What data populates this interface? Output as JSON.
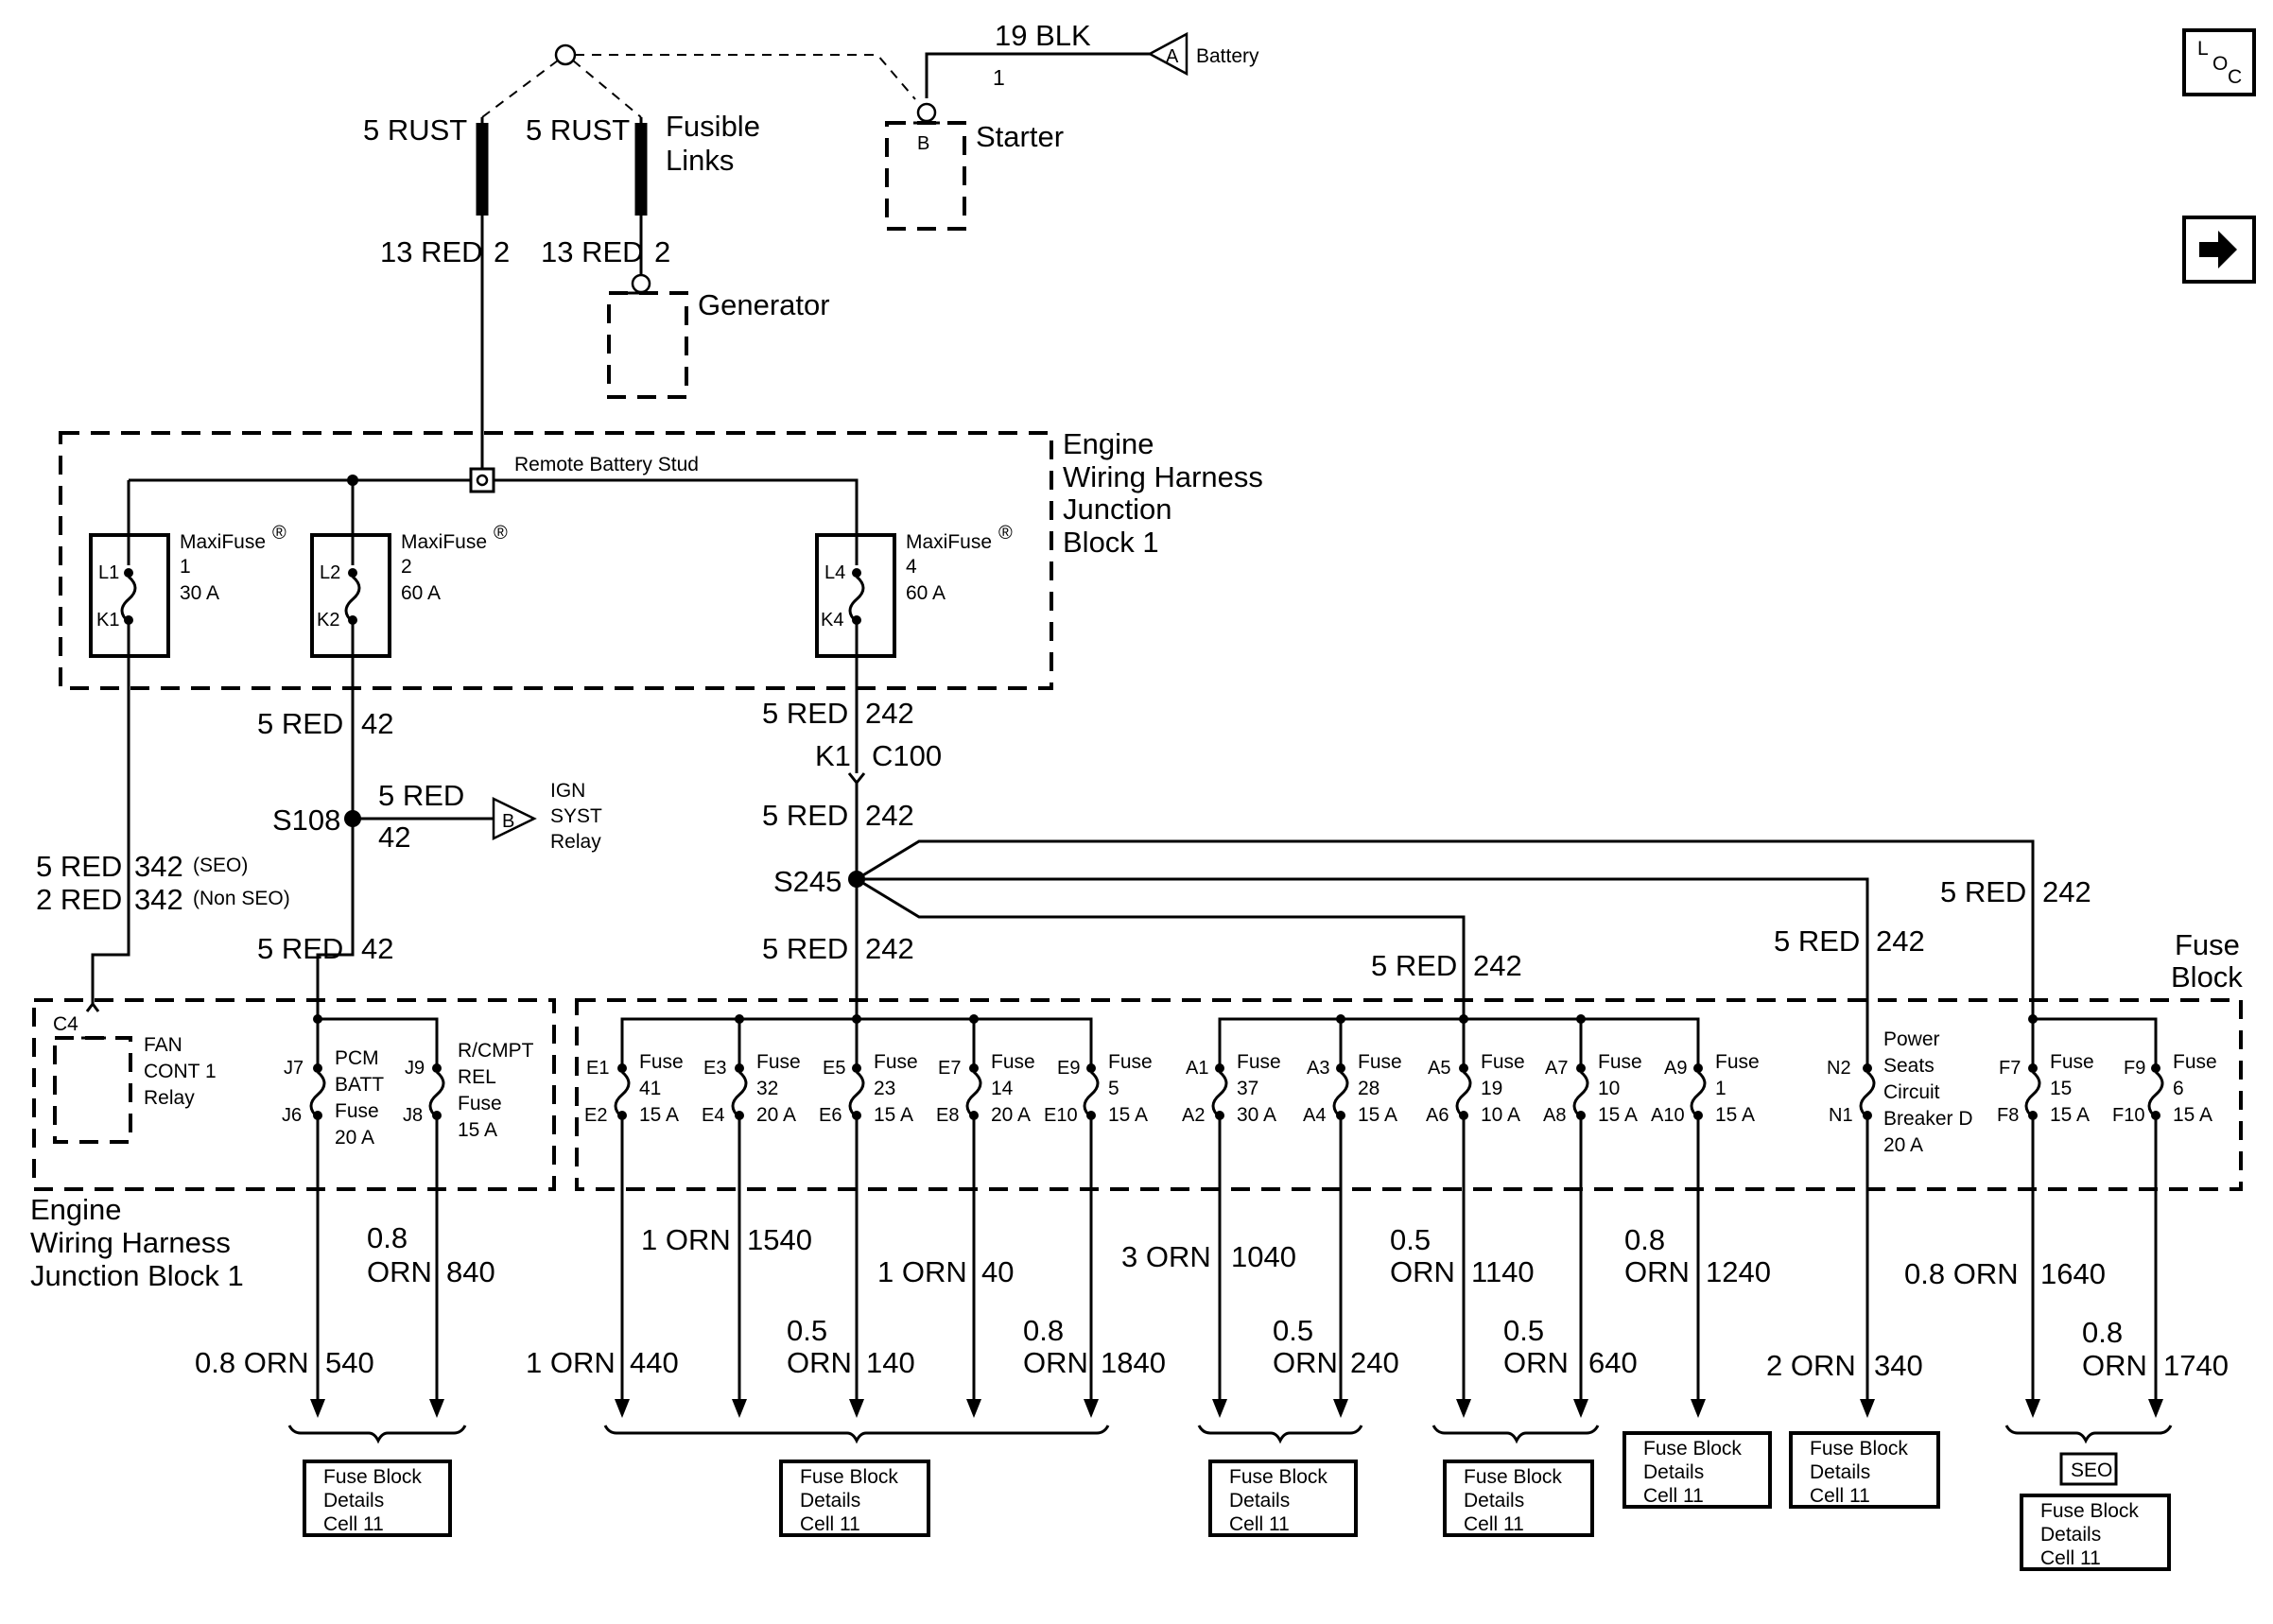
{
  "top": {
    "battery_wire": "19 BLK",
    "battery_wire_pin": "1",
    "battery_conn_letter": "A",
    "battery_label": "Battery",
    "starter_pin": "B",
    "starter_label": "Starter",
    "fusible_left_size": "5 RUST",
    "fusible_right_size": "5 RUST",
    "fusible_label_1": "Fusible",
    "fusible_label_2": "Links",
    "red_left": "13 RED",
    "red_left_pin": "2",
    "red_right": "13 RED",
    "red_right_pin": "2",
    "generator_label": "Generator"
  },
  "nav": {
    "loc_l": "L",
    "loc_o": "O",
    "loc_c": "C",
    "next_glyph": "➡"
  },
  "junction_block": {
    "title_lines": [
      "Engine",
      "Wiring Harness",
      "Junction",
      "Block 1"
    ],
    "remote_stud": "Remote Battery Stud",
    "maxifuses": [
      {
        "name": "MaxiFuse",
        "reg": "®",
        "num": "1",
        "amp": "30 A",
        "top": "L1",
        "bot": "K1"
      },
      {
        "name": "MaxiFuse",
        "reg": "®",
        "num": "2",
        "amp": "60 A",
        "top": "L2",
        "bot": "K2"
      },
      {
        "name": "MaxiFuse",
        "reg": "®",
        "num": "4",
        "amp": "60 A",
        "top": "L4",
        "bot": "K4"
      }
    ]
  },
  "mid": {
    "w42_top_size": "5 RED",
    "w42_top_circ": "42",
    "s108": "S108",
    "ign_size": "5 RED",
    "ign_circ": "42",
    "ign_conn_letter": "B",
    "ign_label": [
      "IGN",
      "SYST",
      "Relay"
    ],
    "w342_seo_size": "5 RED",
    "w342_seo_circ": "342",
    "w342_seo_tag": "(SEO)",
    "w342_non_size": "2 RED",
    "w342_non_circ": "342",
    "w342_non_tag": "(Non SEO)",
    "w42_bot_size": "5 RED",
    "w42_bot_circ": "42",
    "w242_a_size": "5 RED",
    "w242_a_circ": "242",
    "k1": "K1",
    "c100": "C100",
    "w242_b_size": "5 RED",
    "w242_b_circ": "242",
    "s245": "S245",
    "w242_c_size": "5 RED",
    "w242_c_circ": "242",
    "w242_d_size": "5 RED",
    "w242_d_circ": "242",
    "w242_e_size": "5 RED",
    "w242_e_circ": "242",
    "w242_f_size": "5 RED",
    "w242_f_circ": "242"
  },
  "fuse_block": {
    "title_lines": [
      "Fuse",
      "Block"
    ],
    "left_section_label": [
      "Engine",
      "Wiring Harness",
      "Junction Block 1"
    ],
    "c4": "C4",
    "fan_relay": [
      "FAN",
      "CONT 1",
      "Relay"
    ],
    "fuses": [
      {
        "top": "J7",
        "bot": "J6",
        "l1": "PCM",
        "l2": "BATT",
        "l3": "Fuse",
        "l4": "20 A"
      },
      {
        "top": "J9",
        "bot": "J8",
        "l1": "R/CMPT",
        "l2": "REL",
        "l3": "Fuse",
        "l4": "15 A"
      },
      {
        "top": "E1",
        "bot": "E2",
        "l1": "Fuse",
        "l2": "41",
        "l3": "15 A",
        "l4": ""
      },
      {
        "top": "E3",
        "bot": "E4",
        "l1": "Fuse",
        "l2": "32",
        "l3": "20 A",
        "l4": ""
      },
      {
        "top": "E5",
        "bot": "E6",
        "l1": "Fuse",
        "l2": "23",
        "l3": "15 A",
        "l4": ""
      },
      {
        "top": "E7",
        "bot": "E8",
        "l1": "Fuse",
        "l2": "14",
        "l3": "20 A",
        "l4": ""
      },
      {
        "top": "E9",
        "bot": "E10",
        "l1": "Fuse",
        "l2": "5",
        "l3": "15 A",
        "l4": ""
      },
      {
        "top": "A1",
        "bot": "A2",
        "l1": "Fuse",
        "l2": "37",
        "l3": "30 A",
        "l4": ""
      },
      {
        "top": "A3",
        "bot": "A4",
        "l1": "Fuse",
        "l2": "28",
        "l3": "15 A",
        "l4": ""
      },
      {
        "top": "A5",
        "bot": "A6",
        "l1": "Fuse",
        "l2": "19",
        "l3": "10 A",
        "l4": ""
      },
      {
        "top": "A7",
        "bot": "A8",
        "l1": "Fuse",
        "l2": "10",
        "l3": "15 A",
        "l4": ""
      },
      {
        "top": "A9",
        "bot": "A10",
        "l1": "Fuse",
        "l2": "1",
        "l3": "15 A",
        "l4": ""
      },
      {
        "top": "N2",
        "bot": "N1",
        "l1": "Power",
        "l2": "Seats",
        "l3": "Circuit",
        "l4": "Breaker D",
        "l5": "20 A"
      },
      {
        "top": "F7",
        "bot": "F8",
        "l1": "Fuse",
        "l2": "15",
        "l3": "15 A",
        "l4": ""
      },
      {
        "top": "F9",
        "bot": "F10",
        "l1": "Fuse",
        "l2": "6",
        "l3": "15 A",
        "l4": ""
      }
    ]
  },
  "outputs": {
    "w840_size_1": "0.8",
    "w840_size_2": "ORN",
    "w840_circ": "840",
    "w540_size": "0.8 ORN",
    "w540_circ": "540",
    "w1540_size": "1 ORN",
    "w1540_circ": "1540",
    "w440_size": "1 ORN",
    "w440_circ": "440",
    "w40_size": "1 ORN",
    "w40_circ": "40",
    "w140_size_1": "0.5",
    "w140_size_2": "ORN",
    "w140_circ": "140",
    "w1840_size_1": "0.8",
    "w1840_size_2": "ORN",
    "w1840_circ": "1840",
    "w1040_size": "3 ORN",
    "w1040_circ": "1040",
    "w240_size_1": "0.5",
    "w240_size_2": "ORN",
    "w240_circ": "240",
    "w1140_size_1": "0.5",
    "w1140_size_2": "ORN",
    "w1140_circ": "1140",
    "w640_size_1": "0.5",
    "w640_size_2": "ORN",
    "w640_circ": "640",
    "w1240_size_1": "0.8",
    "w1240_size_2": "ORN",
    "w1240_circ": "1240",
    "w340_size": "2 ORN",
    "w340_circ": "340",
    "w1640_size": "0.8 ORN",
    "w1640_circ": "1640",
    "w1740_size_1": "0.8",
    "w1740_size_2": "ORN",
    "w1740_circ": "1740"
  },
  "refs": {
    "seo_tag": "SEO",
    "ref_lines": [
      "Fuse Block",
      "Details",
      "Cell 11"
    ]
  }
}
